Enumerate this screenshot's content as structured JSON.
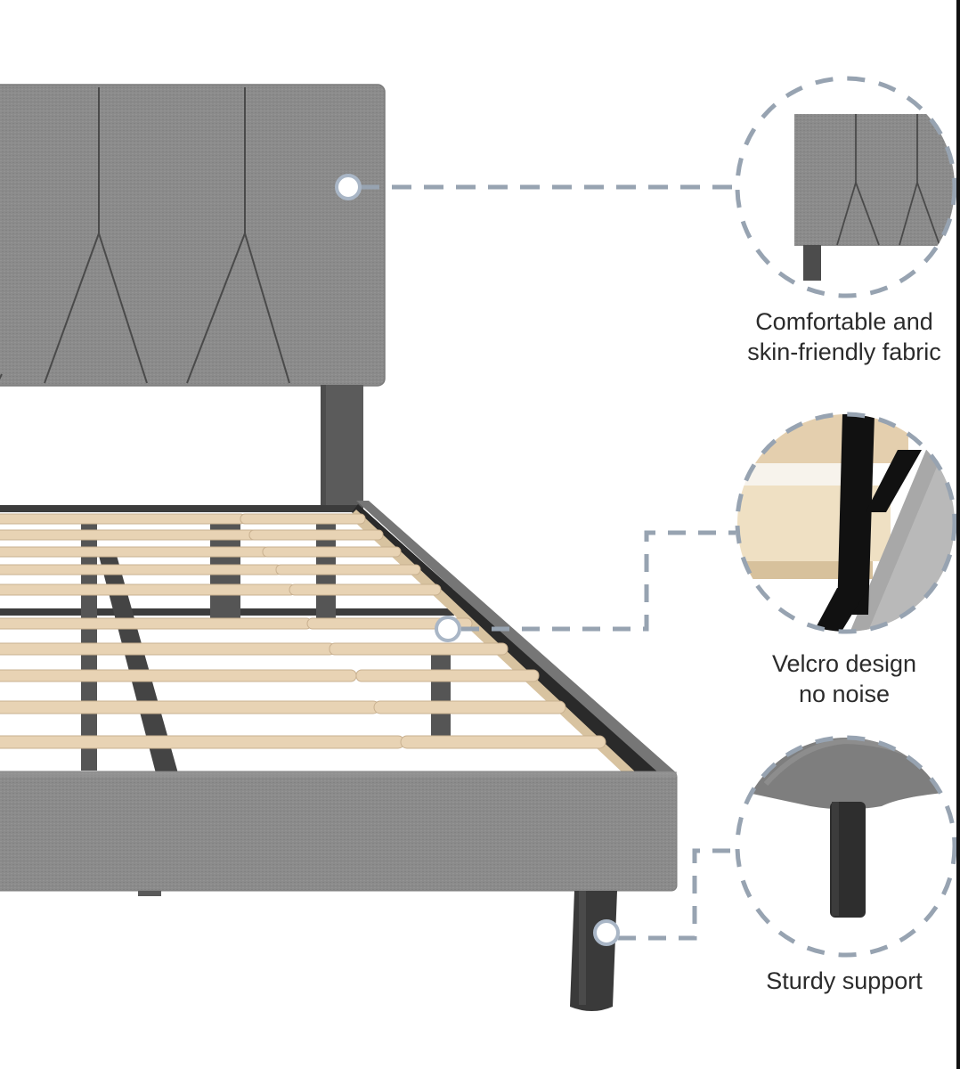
{
  "product": {
    "name": "Upholstered platform bed frame",
    "colors": {
      "fabric": "#8a8a8a",
      "fabric_dark": "#6e6e6e",
      "leg": "#3a3a3a",
      "slat": "#e7d2b3",
      "callout_line": "#97a3b1",
      "caption_text": "#2b2b2b"
    }
  },
  "callouts": [
    {
      "id": "fabric",
      "icon": "headboard-detail-icon",
      "lines": [
        "Comfortable and",
        "skin-friendly fabric"
      ]
    },
    {
      "id": "velcro",
      "icon": "velcro-strap-detail-icon",
      "lines": [
        "Velcro design",
        "no noise"
      ]
    },
    {
      "id": "support",
      "icon": "bed-leg-detail-icon",
      "lines": [
        "Sturdy support"
      ]
    }
  ]
}
